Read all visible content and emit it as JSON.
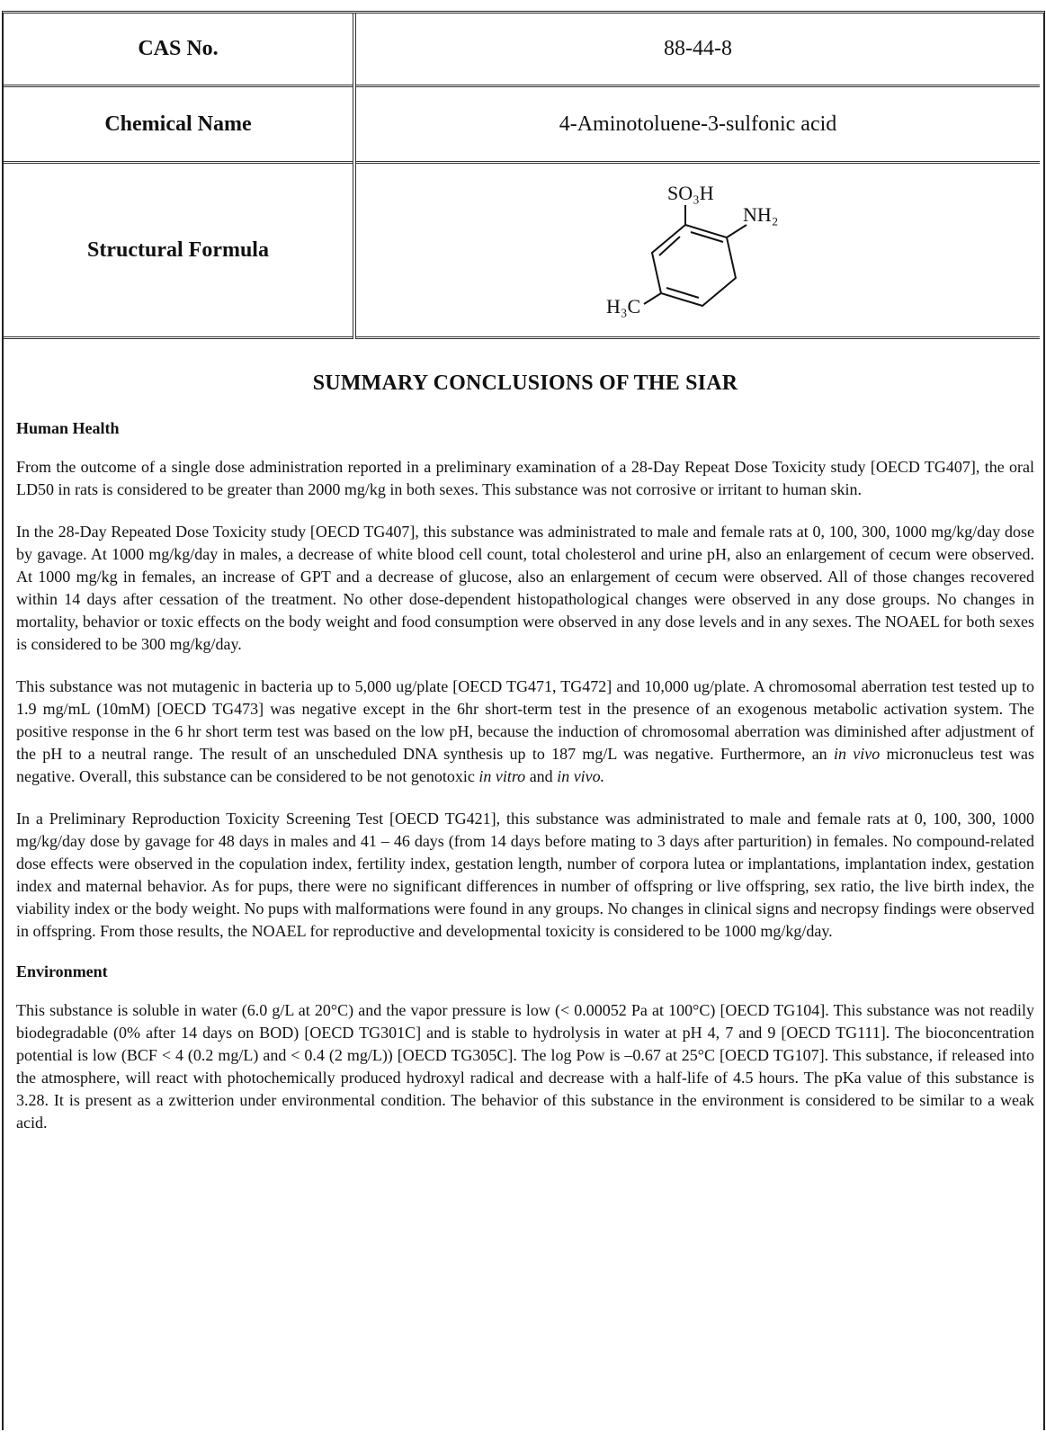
{
  "table": {
    "cas_label": "CAS No.",
    "cas_value": "88-44-8",
    "name_label": "Chemical Name",
    "name_value": "4-Aminotoluene-3-sulfonic acid",
    "formula_label": "Structural Formula",
    "formula_text": {
      "so3h": "SO₃H",
      "nh2": "NH₂",
      "h3c": "H₃C"
    }
  },
  "summary": {
    "title": "SUMMARY CONCLUSIONS OF THE SIAR",
    "human_health_heading": "Human Health",
    "hh_p1": "From the outcome of a single dose administration reported in a preliminary examination of a 28-Day Repeat Dose Toxicity study [OECD TG407], the oral LD50 in rats is considered to be greater than 2000 mg/kg in both sexes. This substance was not corrosive or irritant to human skin.",
    "hh_p2": "In the 28-Day Repeated Dose Toxicity study [OECD TG407], this substance was administrated to male and female rats at 0, 100, 300, 1000 mg/kg/day dose by gavage. At 1000 mg/kg/day in males, a decrease of white blood cell count, total cholesterol and urine pH, also an enlargement of cecum were observed. At 1000 mg/kg in females, an increase of GPT and a decrease of glucose, also an enlargement of cecum were observed. All of those changes recovered within 14 days after cessation of the treatment. No other dose-dependent histopathological changes were observed in any dose groups. No changes in mortality, behavior or toxic effects on the body weight and food consumption were observed in any dose levels and in any sexes.  The NOAEL for both sexes is considered to be 300 mg/kg/day.",
    "hh_p3_a": "This substance was not mutagenic in bacteria up to 5,000 ug/plate [OECD TG471, TG472] and 10,000 ug/plate.  A chromosomal aberration test tested up to 1.9 mg/mL (10mM) [OECD TG473] was negative except in the 6hr short-term test in the presence of an exogenous metabolic activation system. The positive response in the 6 hr short term test was based on the low pH, because the induction of chromosomal aberration was diminished after adjustment of the pH to a neutral range. The result of an unscheduled DNA synthesis up to 187 mg/L was negative.  Furthermore, an ",
    "hh_p3_in_vivo_1": "in vivo",
    "hh_p3_b": " micronucleus test was negative. Overall, this substance can be considered to be not genotoxic ",
    "hh_p3_in_vitro": "in vitro",
    "hh_p3_c": " and ",
    "hh_p3_in_vivo_2": "in vivo.",
    "hh_p4": "In a Preliminary Reproduction Toxicity Screening Test [OECD TG421], this substance was administrated to male and female rats at 0, 100, 300, 1000 mg/kg/day dose by gavage for 48 days in males and 41 – 46 days (from 14 days before mating to 3 days after parturition) in females. No compound-related dose effects were observed in the copulation index, fertility index, gestation length, number of corpora lutea or implantations, implantation index, gestation index and maternal behavior.  As for pups, there were no significant differences in number of offspring or live offspring, sex ratio, the live birth index, the viability index or the body weight. No pups with malformations were found in any groups. No changes in clinical signs and necropsy findings were observed in offspring.  From those results, the NOAEL for reproductive and developmental toxicity is considered to be 1000 mg/kg/day.",
    "environment_heading": "Environment",
    "env_p1": "This substance is soluble in water (6.0 g/L at 20°C) and the vapor pressure is low (< 0.00052 Pa at 100°C) [OECD TG104]. This substance was not readily biodegradable (0% after 14 days on BOD) [OECD TG301C] and is stable to hydrolysis in water at pH 4, 7 and 9 [OECD TG111]. The bioconcentration potential is low (BCF < 4 (0.2 mg/L) and < 0.4 (2 mg/L)) [OECD TG305C]. The log Pow is –0.67 at 25°C [OECD TG107]. This substance, if released into the atmosphere, will react with photochemically produced hydroxyl radical and decrease with a half-life of 4.5 hours. The pKa value of this substance is 3.28. It is present as a zwitterion under environmental condition. The behavior of this substance in the environment is considered to be similar to a weak acid."
  }
}
